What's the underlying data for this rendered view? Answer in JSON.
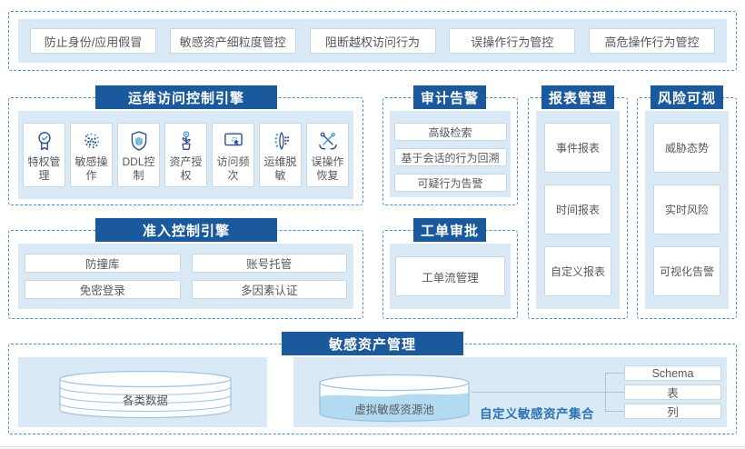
{
  "palette": {
    "banner_bg": "#1A5A9C",
    "banner_text": "#FFFFFF",
    "panel_bg": "#D9EAF6",
    "dashed_border": "#4C8FD0",
    "card_border": "#C7D7E4",
    "body_text": "#55585C",
    "accent_blue": "#2E74B5",
    "icon_navy": "#2E4E8F",
    "icon_accent": "#3E9BD5",
    "cylinder_stroke": "#9CC4E0",
    "pool_liquid": "#B2DBF1",
    "connector_line": "#A9C3D9"
  },
  "top_capabilities": {
    "items": [
      "防止身份/应用假冒",
      "敏感资产细粒度管控",
      "阻断越权访问行为",
      "误操作行为管控",
      "高危操作行为管控"
    ]
  },
  "ops_engine": {
    "title": "运维访问控制引擎",
    "items": [
      {
        "label": "特权管理",
        "icon": "medal-award-icon"
      },
      {
        "label": "敏感操作",
        "icon": "fingerprint-icon"
      },
      {
        "label": "DDL控制",
        "icon": "shield-hand-icon"
      },
      {
        "label": "资产授权",
        "icon": "money-plant-icon"
      },
      {
        "label": "访问频次",
        "icon": "click-window-icon"
      },
      {
        "label": "运维脱敏",
        "icon": "data-mask-icon"
      },
      {
        "label": "误操作恢复",
        "icon": "repair-hands-icon"
      }
    ]
  },
  "audit": {
    "title": "审计告警",
    "items": [
      "高级检索",
      "基于会话的行为回溯",
      "可疑行为告警"
    ]
  },
  "reports": {
    "title": "报表管理",
    "items": [
      "事件报表",
      "时间报表",
      "自定义报表"
    ]
  },
  "risk": {
    "title": "风险可视",
    "items": [
      "威胁态势",
      "实时风险",
      "可视化告警"
    ]
  },
  "admission": {
    "title": "准入控制引擎",
    "items": [
      "防撞库",
      "账号托管",
      "免密登录",
      "多因素认证"
    ]
  },
  "ticket": {
    "title": "工单审批",
    "items": [
      "工单流管理"
    ]
  },
  "assets": {
    "title": "敏感资产管理",
    "source_db_label": "各类数据",
    "pool_label": "虚拟敏感资源池",
    "collection_label": "自定义敏感资产集合",
    "granularity_items": [
      "Schema",
      "表",
      "列"
    ]
  }
}
